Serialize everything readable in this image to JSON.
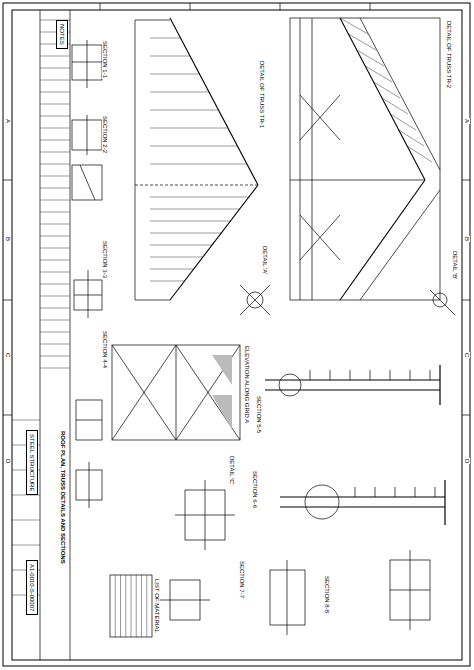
{
  "diagram": {
    "title": "ROOF PLAN, TRUSS DETAILS AND SECTIONS",
    "nodes": [
      {
        "text": [
          "STEEL STRUCTURE"
        ]
      },
      {
        "text": [
          "A1-0010-S-00007"
        ]
      },
      {
        "text": [
          "NOTES"
        ]
      }
    ],
    "labels": [
      "SECTION 1-1",
      "SECTION 2-2",
      "SECTION 3-3",
      "SECTION 4-4",
      "SECTION 5-5",
      "SECTION 6-6",
      "SECTION 7-7",
      "SECTION 8-8",
      "DETAIL 'A'",
      "DETAIL 'B'",
      "DETAIL 'C'",
      "DETAIL OF TRUSS TR-1",
      "DETAIL OF TRUSS TR-2",
      "ELEVATION ALONG GRID A",
      "LIST OF MATERIAL",
      "A",
      "B",
      "C",
      "D",
      "A",
      "B",
      "C",
      "D"
    ]
  }
}
